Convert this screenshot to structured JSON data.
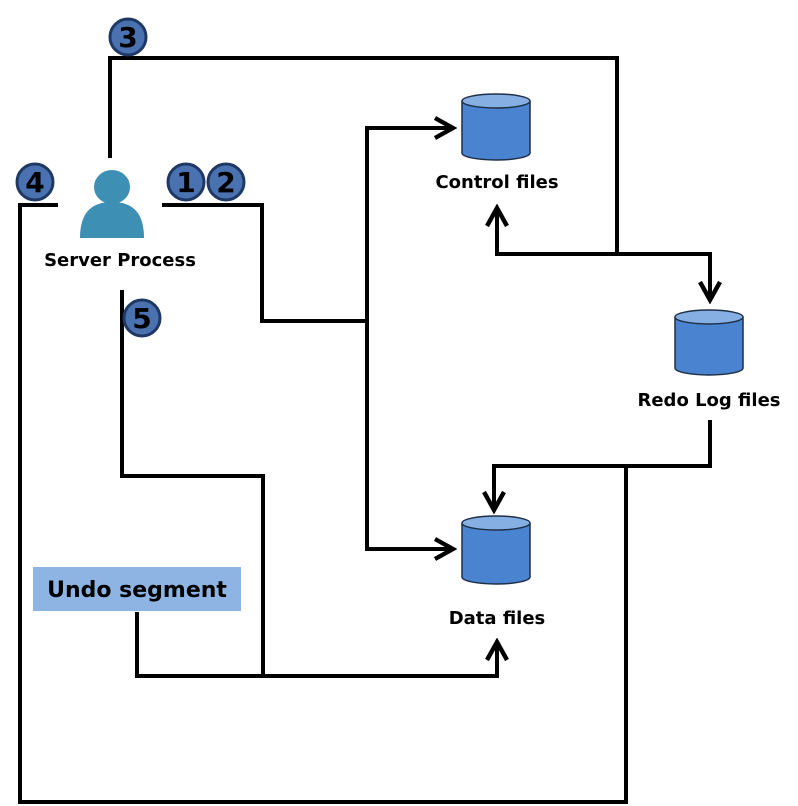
{
  "colors": {
    "cylinder_fill": "#4a84d0",
    "cylinder_top": "#86b0e4",
    "cylinder_stroke": "#1f2f46",
    "person": "#3d8fb4",
    "badge_fill": "#4a72b0",
    "badge_stroke": "#1f3864",
    "undo_box": "#8eb4e3",
    "line": "#000000"
  },
  "labels": {
    "server_process": "Server Process",
    "control_files": "Control files",
    "redo_log_files": "Redo Log files",
    "data_files": "Data files",
    "undo_segment": "Undo segment"
  },
  "badges": {
    "b1": "1",
    "b2": "2",
    "b3": "3",
    "b4": "4",
    "b5": "5"
  },
  "icons": {
    "server": "person-icon",
    "store": "database-cylinder-icon"
  }
}
